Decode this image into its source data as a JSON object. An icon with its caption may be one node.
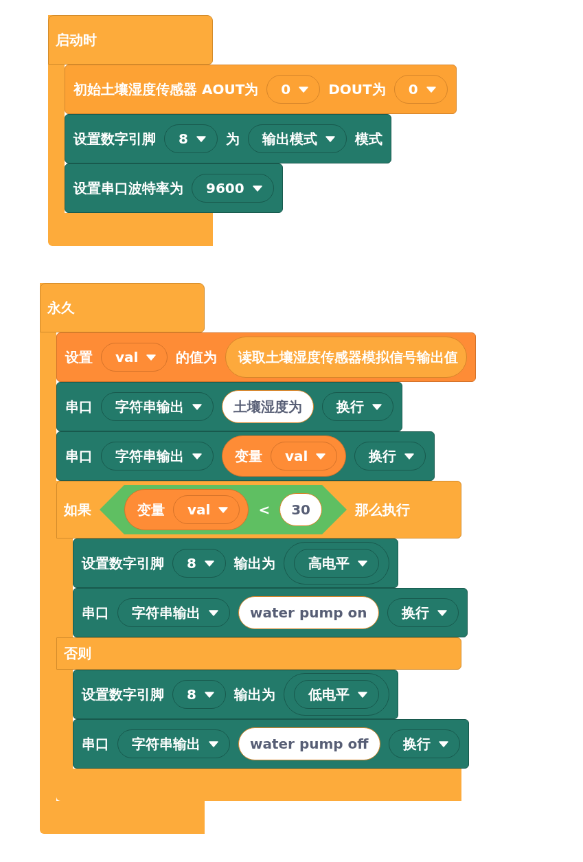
{
  "diagram": {
    "nodes": [
      {
        "text": [
          "启动时"
        ]
      },
      {
        "text": [
          "初始土壤湿度传感器 AOUT为",
          "DOUT为"
        ],
        "in": 0
      },
      {
        "text": [
          "0"
        ],
        "in": 1
      },
      {
        "text": [
          "0"
        ],
        "in": 1
      },
      {
        "text": [
          "设置数字引脚",
          "为",
          "模式"
        ],
        "in": 0
      },
      {
        "text": [
          "8"
        ],
        "in": 4
      },
      {
        "text": [
          "输出模式"
        ],
        "in": 4
      },
      {
        "text": [
          "设置串口波特率为"
        ],
        "in": 0
      },
      {
        "text": [
          "9600"
        ],
        "in": 7
      },
      {
        "text": [
          "永久"
        ]
      },
      {
        "text": [
          "设置",
          "的值为"
        ],
        "in": 9
      },
      {
        "text": [
          "val"
        ],
        "in": 10
      },
      {
        "text": [
          "读取土壤湿度传感器模拟信号输出值"
        ],
        "in": 10
      },
      {
        "text": [
          "串口"
        ],
        "in": 9
      },
      {
        "text": [
          "字符串输出"
        ],
        "in": 13
      },
      {
        "text": [
          "土壤湿度为"
        ],
        "in": 13
      },
      {
        "text": [
          "换行"
        ],
        "in": 13
      },
      {
        "text": [
          "串口"
        ],
        "in": 9
      },
      {
        "text": [
          "字符串输出"
        ],
        "in": 17
      },
      {
        "text": [
          "变量"
        ],
        "in": 17
      },
      {
        "text": [
          "val"
        ],
        "in": 19
      },
      {
        "text": [
          "换行"
        ],
        "in": 17
      },
      {
        "text": [
          "如果",
          "那么执行",
          "否则"
        ],
        "in": 9
      },
      {
        "text": [
          "<"
        ],
        "in": 22
      },
      {
        "text": [
          "变量"
        ],
        "in": 23
      },
      {
        "text": [
          "val"
        ],
        "in": 24
      },
      {
        "text": [
          "30"
        ],
        "in": 23
      },
      {
        "text": [
          "设置数字引脚",
          "输出为"
        ],
        "in": 22
      },
      {
        "text": [
          "8"
        ],
        "in": 27
      },
      {
        "text": [
          "高电平"
        ],
        "in": 27
      },
      {
        "text": [
          "串口"
        ],
        "in": 22
      },
      {
        "text": [
          "字符串输出"
        ],
        "in": 30
      },
      {
        "text": [
          "water pump on"
        ],
        "in": 30
      },
      {
        "text": [
          "换行"
        ],
        "in": 30
      },
      {
        "text": [
          "设置数字引脚",
          "输出为"
        ],
        "in": 22
      },
      {
        "text": [
          "8"
        ],
        "in": 34
      },
      {
        "text": [
          "低电平"
        ],
        "in": 34
      },
      {
        "text": [
          "串口"
        ],
        "in": 22
      },
      {
        "text": [
          "字符串输出"
        ],
        "in": 37
      },
      {
        "text": [
          "water pump off"
        ],
        "in": 37
      },
      {
        "text": [
          "换行"
        ],
        "in": 37
      }
    ]
  }
}
